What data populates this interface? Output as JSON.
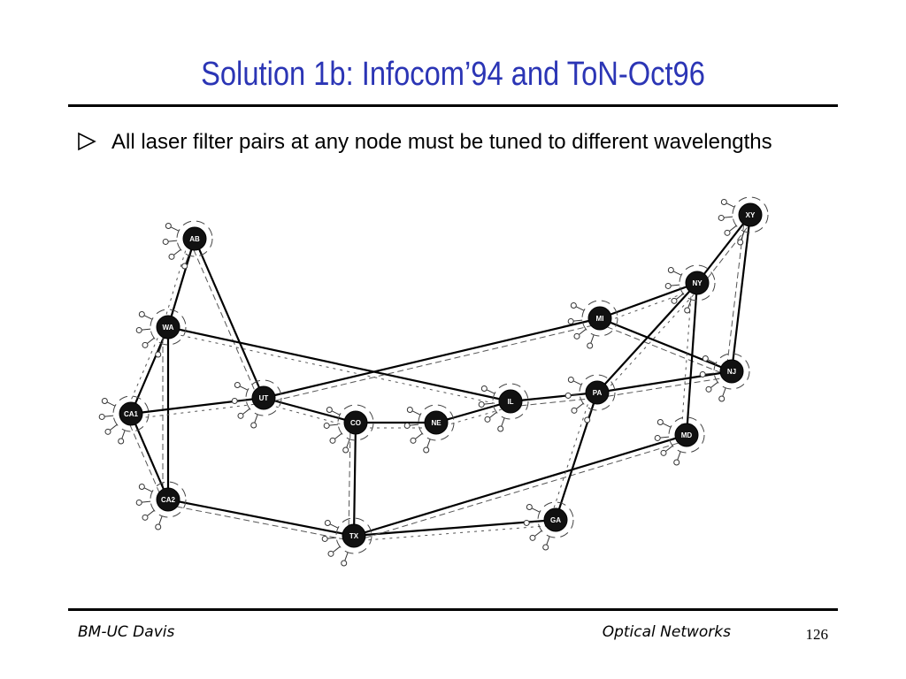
{
  "slide": {
    "title": "Solution 1b: Infocom’94 and ToN-Oct96",
    "bullet": "All laser filter pairs at any node must be tuned to different wavelengths"
  },
  "network": {
    "nodes": [
      {
        "id": "AB",
        "label": "AB"
      },
      {
        "id": "WA",
        "label": "WA"
      },
      {
        "id": "CA1",
        "label": "CA1"
      },
      {
        "id": "CA2",
        "label": "CA2"
      },
      {
        "id": "UT",
        "label": "UT"
      },
      {
        "id": "CO",
        "label": "CO"
      },
      {
        "id": "NE",
        "label": "NE"
      },
      {
        "id": "TX",
        "label": "TX"
      },
      {
        "id": "IL",
        "label": "IL"
      },
      {
        "id": "MI",
        "label": "MI"
      },
      {
        "id": "PA",
        "label": "PA"
      },
      {
        "id": "GA",
        "label": "GA"
      },
      {
        "id": "NY",
        "label": "NY"
      },
      {
        "id": "XY",
        "label": "XY"
      },
      {
        "id": "NJ",
        "label": "NJ"
      },
      {
        "id": "MD",
        "label": "MD"
      }
    ],
    "links": [
      [
        "AB",
        "WA"
      ],
      [
        "AB",
        "UT"
      ],
      [
        "WA",
        "CA1"
      ],
      [
        "WA",
        "CA2"
      ],
      [
        "WA",
        "IL"
      ],
      [
        "CA1",
        "CA2"
      ],
      [
        "CA1",
        "UT"
      ],
      [
        "CA2",
        "TX"
      ],
      [
        "UT",
        "CO"
      ],
      [
        "UT",
        "MI"
      ],
      [
        "CO",
        "NE"
      ],
      [
        "CO",
        "TX"
      ],
      [
        "NE",
        "IL"
      ],
      [
        "IL",
        "PA"
      ],
      [
        "TX",
        "GA"
      ],
      [
        "TX",
        "MD"
      ],
      [
        "MI",
        "NY"
      ],
      [
        "MI",
        "NJ"
      ],
      [
        "PA",
        "NY"
      ],
      [
        "PA",
        "NJ"
      ],
      [
        "PA",
        "GA"
      ],
      [
        "NY",
        "XY"
      ],
      [
        "NY",
        "MD"
      ],
      [
        "XY",
        "NJ"
      ]
    ]
  },
  "footer": {
    "left": "BM-UC Davis",
    "center": "Optical Networks",
    "page": "126"
  }
}
